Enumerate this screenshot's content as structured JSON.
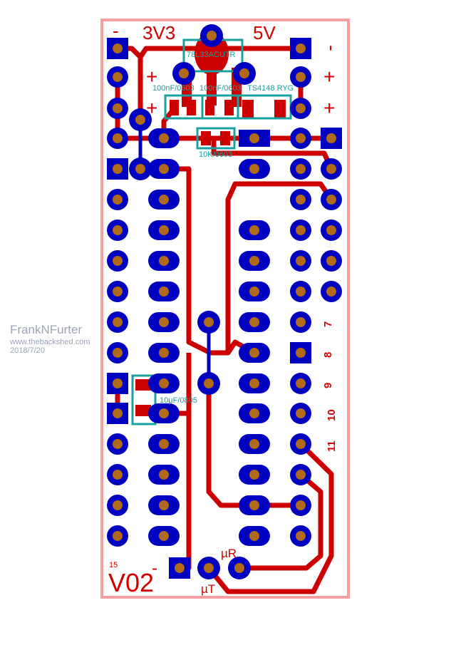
{
  "board": {
    "labels": {
      "minus_top_left": "-",
      "v3v3": "3V3",
      "v5v": "5V",
      "minus_right": "-",
      "plus_right_1": "+",
      "plus_right_2": "+",
      "plus_left_1": "+",
      "plus_left_2": "+",
      "pin7": "7",
      "pin8": "8",
      "pin9": "9",
      "pin10": "10",
      "pin11": "11",
      "version_num": "15",
      "version": "V02",
      "version_minus": "-",
      "uR": "µR",
      "uT": "µT"
    },
    "components": {
      "regulator": "78L33ACUTR",
      "cap1": "100nF/0603",
      "cap2": "100nF/0603",
      "diode": "TS4148 RYG",
      "resistor": "10K/0603",
      "cap3": "10µF/0805"
    },
    "colors": {
      "copper_top": "#cc0000",
      "copper_bottom": "#0000c0",
      "drill": "#b06a1a",
      "silkscreen": "#19a0a0",
      "outline": "#f4a0a0"
    }
  },
  "watermark": {
    "author": "FrankNFurter",
    "site": "www.thebackshed.com",
    "date": "2018/7/20"
  }
}
